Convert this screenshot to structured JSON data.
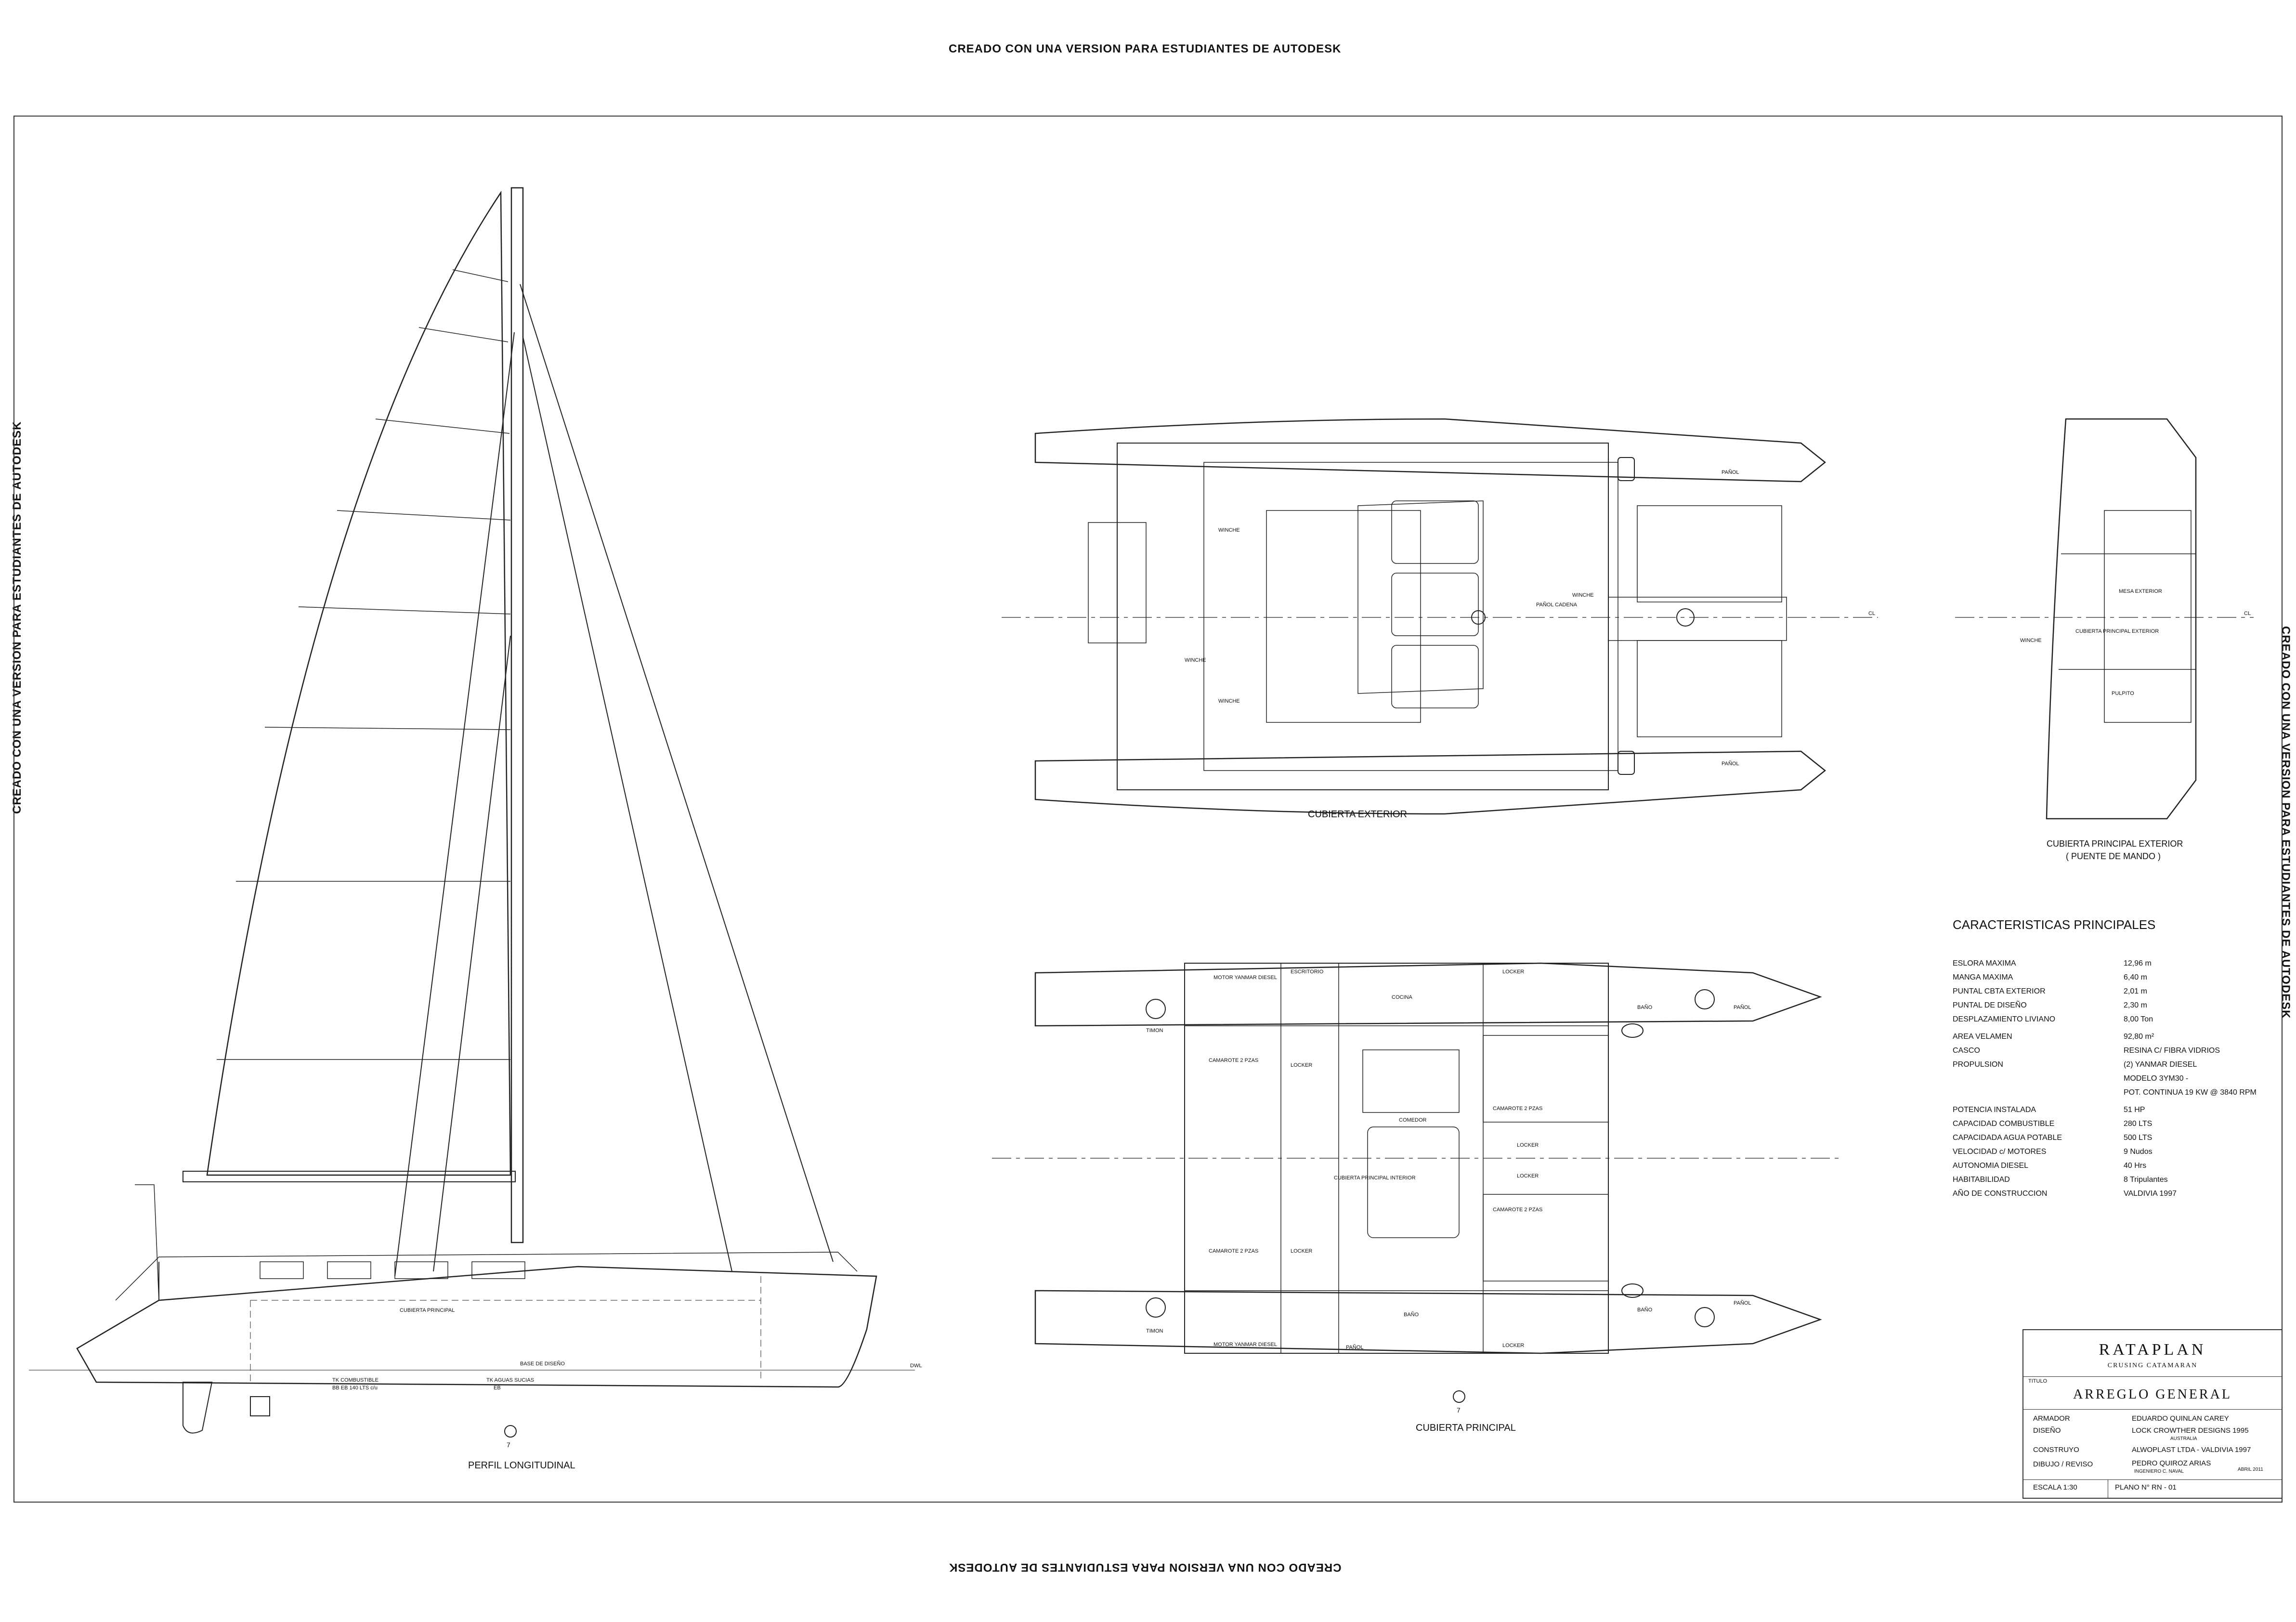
{
  "watermark": "CREADO CON UNA VERSION PARA ESTUDIANTES DE AUTODESK",
  "views": {
    "profile": "PERFIL LONGITUDINAL",
    "exterior_deck": "CUBIERTA  EXTERIOR",
    "main_deck": "CUBIERTA  PRINCIPAL",
    "helm_deck_line1": "CUBIERTA PRINCIPAL EXTERIOR",
    "helm_deck_line2": "( PUENTE DE MANDO )",
    "section_ref": "7"
  },
  "profile_labels": {
    "deck": "CUBIERTA PRINCIPAL",
    "fuel": "TK COMBUSTIBLE",
    "fuel_cap": "BB EB  140 LTS c/u",
    "waste": "TK AGUAS SUCIAS",
    "waste_cap": "EB",
    "wl": "DWL",
    "lwl": "BASE DE DISEÑO"
  },
  "exterior_labels": {
    "panol_top": "PAÑOL",
    "panol_bottom": "PAÑOL",
    "winche_1": "WINCHE",
    "winche_2": "WINCHE",
    "winche_3": "WINCHE",
    "winche_4": "WINCHE",
    "panol_cadena": "PAÑOL CADENA",
    "cl": "CL"
  },
  "main_labels": {
    "motor_top": "MOTOR YANMAR DIESEL",
    "motor_bottom": "MOTOR YANMAR DIESEL",
    "escritorio": "ESCRITORIO",
    "cocina": "COCINA",
    "locker_1": "LOCKER",
    "locker_2": "LOCKER",
    "locker_3": "LOCKER",
    "locker_4": "LOCKER",
    "locker_5": "LOCKER",
    "locker_6": "LOCKER",
    "bano_1": "BAÑO",
    "bano_2": "BAÑO",
    "bano_3": "BAÑO",
    "panol_1": "PAÑOL",
    "panol_2": "PAÑOL",
    "panol_3": "PAÑOL",
    "camarote_1": "CAMAROTE 2 PZAS",
    "camarote_2": "CAMAROTE 2 PZAS",
    "camarote_3": "CAMAROTE 2 PZAS",
    "camarote_4": "CAMAROTE 2 PZAS",
    "comedor": "COMEDOR",
    "timon_1": "TIMON",
    "timon_2": "TIMON",
    "interior": "CUBIERTA PRINCIPAL INTERIOR"
  },
  "helm_labels": {
    "mesa": "MESA EXTERIOR",
    "cubierta": "CUBIERTA PRINCIPAL EXTERIOR",
    "pulpito": "PULPITO",
    "winche": "WINCHE",
    "cl": "CL"
  },
  "specs": {
    "title": "CARACTERISTICAS PRINCIPALES",
    "rows": [
      {
        "label": "ESLORA MAXIMA",
        "value": "12,96  m"
      },
      {
        "label": "MANGA MAXIMA",
        "value": "6,40  m"
      },
      {
        "label": "PUNTAL CBTA EXTERIOR",
        "value": "2,01  m"
      },
      {
        "label": "PUNTAL DE DISEÑO",
        "value": "2,30  m"
      },
      {
        "label": "DESPLAZAMIENTO LIVIANO",
        "value": "8,00 Ton"
      },
      {
        "label": "AREA VELAMEN",
        "value": "92,80 m²"
      },
      {
        "label": "CASCO",
        "value": "RESINA C/ FIBRA VIDRIOS"
      },
      {
        "label": "PROPULSION",
        "value": "(2)  YANMAR DIESEL"
      },
      {
        "label": "",
        "value": "MODELO 3YM30 -"
      },
      {
        "label": "",
        "value": "POT. CONTINUA  19 KW @ 3840 RPM"
      },
      {
        "label": "POTENCIA INSTALADA",
        "value": "51  HP"
      },
      {
        "label": "CAPACIDAD COMBUSTIBLE",
        "value": "280  LTS"
      },
      {
        "label": "CAPACIDADA AGUA POTABLE",
        "value": "500  LTS"
      },
      {
        "label": "VELOCIDAD  c/ MOTORES",
        "value": "9  Nudos"
      },
      {
        "label": "AUTONOMIA  DIESEL",
        "value": "40  Hrs"
      },
      {
        "label": "HABITABILIDAD",
        "value": "8  Tripulantes"
      },
      {
        "label": "AÑO DE CONSTRUCCION",
        "value": "VALDIVIA   1997"
      }
    ]
  },
  "title_block": {
    "project": "RATAPLAN",
    "subtitle": "CRUSING  CATAMARAN",
    "titulo_label": "TITULO",
    "titulo": "ARREGLO  GENERAL",
    "armador_label": "ARMADOR",
    "armador": "EDUARDO QUINLAN CAREY",
    "diseno_label": "DISEÑO",
    "diseno": "LOCK CROWTHER  DESIGNS    1995",
    "diseno_sub": "AUSTRALIA",
    "construyo_label": "CONSTRUYO",
    "construyo": "ALWOPLAST  LTDA - VALDIVIA   1997",
    "dibujo_label": "DIBUJO / REVISO",
    "dibujo": "PEDRO QUIROZ ARIAS",
    "dibujo_sub": "INGENIERO C. NAVAL",
    "fecha": "ABRIL  2011",
    "escala": "ESCALA  1:30",
    "plano": "PLANO   N° RN - 01"
  }
}
